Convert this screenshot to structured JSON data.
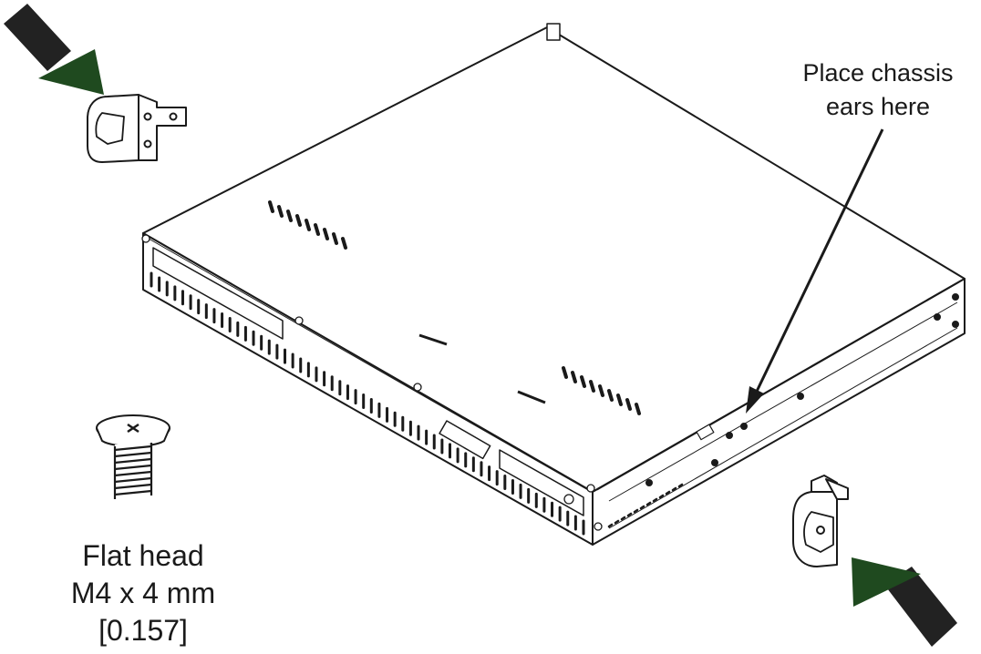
{
  "callout": {
    "line1": "Place chassis",
    "line2": "ears here"
  },
  "screw": {
    "line1": "Flat head",
    "line2": "M4 x 4 mm",
    "line3": "[0.157]"
  },
  "colors": {
    "arrow_head": "#1f4a1f",
    "arrow_tail": "#222222",
    "line": "#1a1a1a",
    "fill": "#ffffff"
  }
}
